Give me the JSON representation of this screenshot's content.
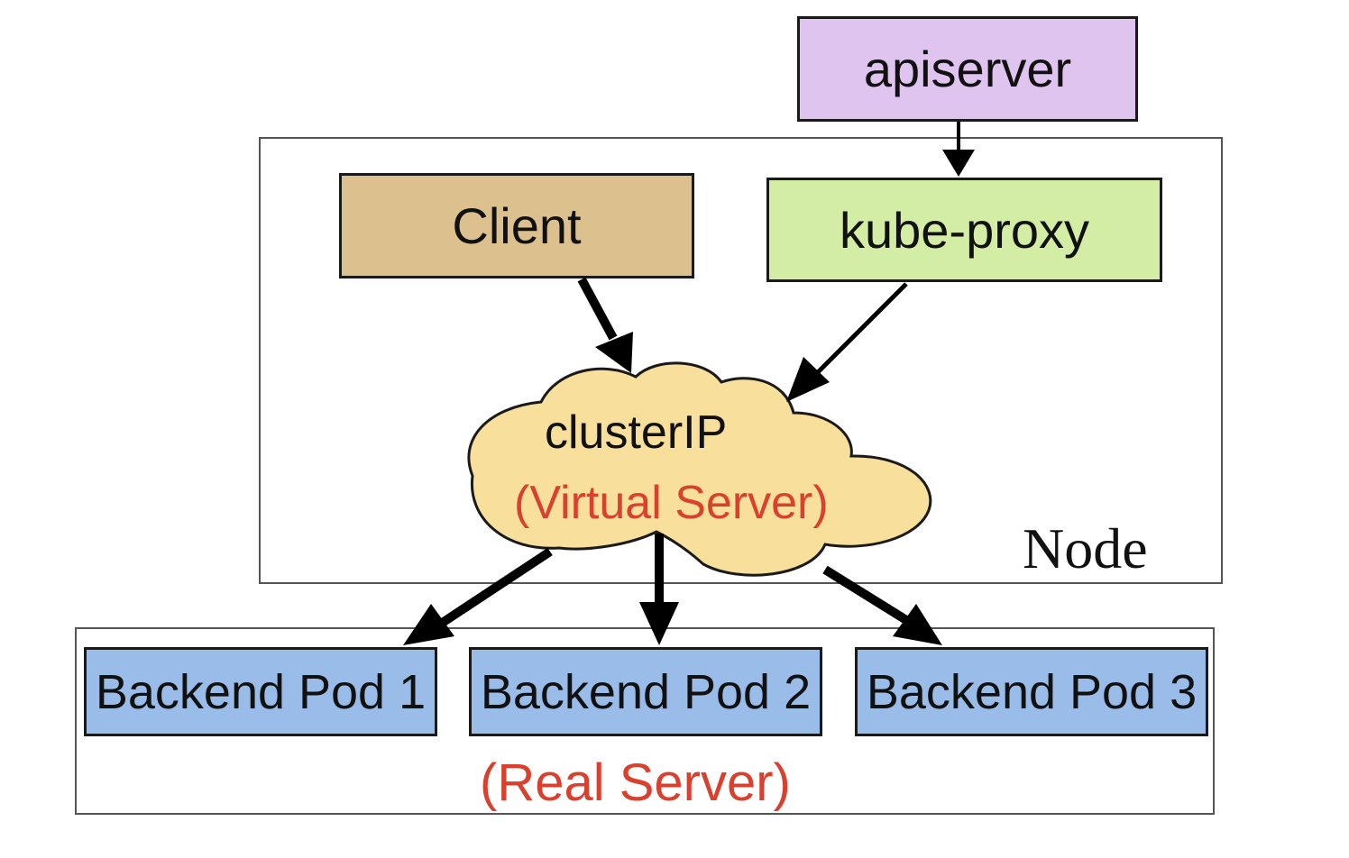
{
  "nodes": {
    "apiserver": {
      "label": "apiserver",
      "color": "#dfc4f0"
    },
    "client": {
      "label": "Client",
      "color": "#dcc18e"
    },
    "kube_proxy": {
      "label": "kube-proxy",
      "color": "#d3eda4"
    },
    "cluster_ip": {
      "label": "clusterIP",
      "sublabel": "(Virtual Server)",
      "color": "#f8e09c"
    },
    "pods": [
      {
        "label": "Backend Pod 1"
      },
      {
        "label": "Backend Pod 2"
      },
      {
        "label": "Backend Pod 3"
      }
    ],
    "pod_color": "#99bde8"
  },
  "groups": {
    "node": {
      "label": "Node"
    },
    "real_server": {
      "label": "(Real Server)"
    }
  },
  "accent_red": "#d9402e",
  "edges": [
    {
      "from": "apiserver",
      "to": "kube-proxy"
    },
    {
      "from": "Client",
      "to": "clusterIP"
    },
    {
      "from": "kube-proxy",
      "to": "clusterIP"
    },
    {
      "from": "clusterIP",
      "to": "Backend Pod 1"
    },
    {
      "from": "clusterIP",
      "to": "Backend Pod 2"
    },
    {
      "from": "clusterIP",
      "to": "Backend Pod 3"
    }
  ]
}
